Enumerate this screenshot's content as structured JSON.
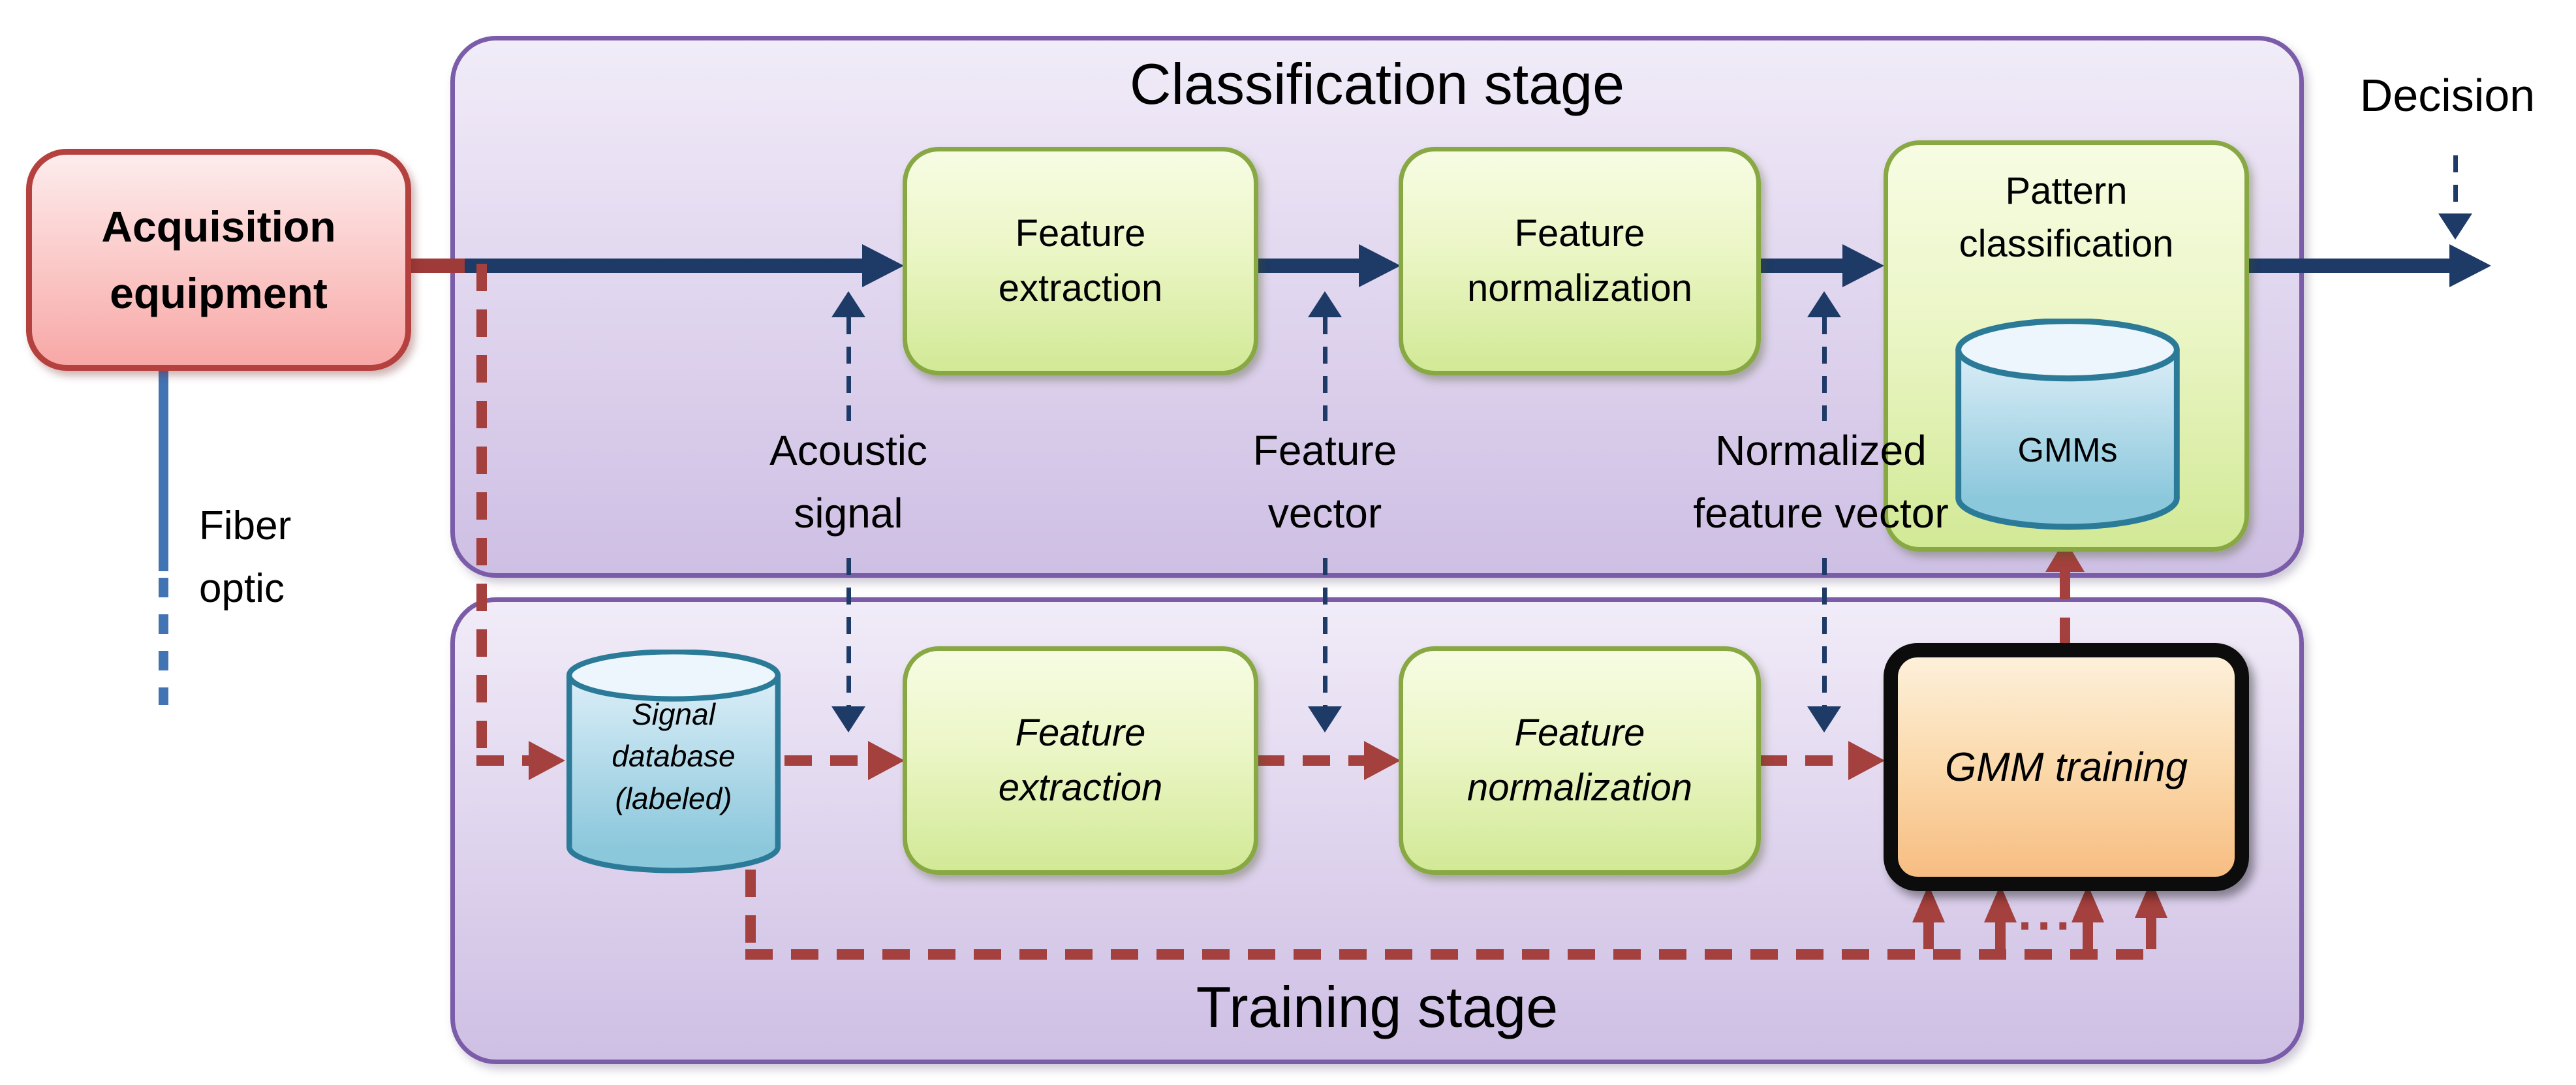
{
  "diagram": {
    "stages": {
      "classification": {
        "title": "Classification stage"
      },
      "training": {
        "title": "Training stage"
      }
    },
    "nodes": {
      "acquisition": "Acquisition\nequipment",
      "feature_extraction": "Feature\nextraction",
      "feature_normalization": "Feature\nnormalization",
      "pattern_classification": "Pattern\nclassification",
      "gmms": "GMMs",
      "signal_database": "Signal\ndatabase\n(labeled)",
      "feature_extraction_training": "Feature\nextraction",
      "feature_normalization_training": "Feature\nnormalization",
      "gmm_training": "GMM training"
    },
    "labels": {
      "decision": "Decision",
      "fiber_optic": "Fiber\noptic",
      "acoustic_signal": "Acoustic\nsignal",
      "feature_vector": "Feature\nvector",
      "normalized_feature_vector": "Normalized\nfeature vector",
      "ellipsis": "..."
    },
    "colors": {
      "stage_border": "#7b5ca8",
      "stage_fill": "#d9cdeb",
      "process_border": "#87a842",
      "process_fill": "#e3f2b5",
      "acquisition_border": "#b5413f",
      "acquisition_fill": "#f7a8a6",
      "gmm_training_fill": "#f7bd82",
      "gmm_training_border": "#0c0c0c",
      "cylinder_stroke": "#2b7b98",
      "cylinder_fill": "#8cc8dc",
      "flow_arrow": "#1e3a66",
      "training_flow_arrow": "#a4403d",
      "fiber_line": "#4273b3"
    }
  }
}
